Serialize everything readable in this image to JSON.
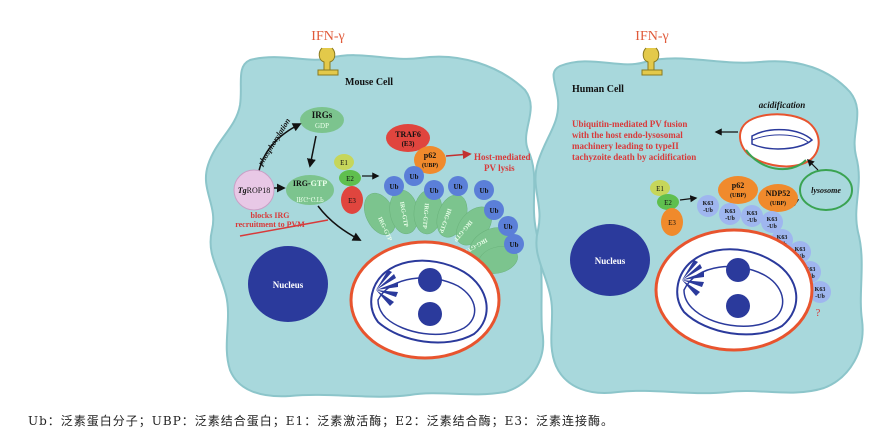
{
  "left_panel": {
    "ifn_label": "IFN-γ",
    "cell_label": "Mouse Cell",
    "irgs_label": "IRGs",
    "gdp_label": "GDP",
    "phosphorylation_label": "phosphorylation",
    "irg_label": "IRG-",
    "gtp_label": "GTP",
    "irg_mirror_label": "IRG-GTP",
    "rop18_prefix": "Tg",
    "rop18_label": "ROP18",
    "blocks_line1": "blocks IRG",
    "blocks_line2": "recruitment to PVM",
    "e1_label": "E1",
    "e2_label": "E2",
    "e3_label": "E3",
    "traf6_label": "TRAF6",
    "traf6_e3_label": "(E3)",
    "p62_label": "p62",
    "p62_ubp_label": "(UBP)",
    "ub_label": "Ub",
    "host_line1": "Host-mediated",
    "host_line2": "PV lysis",
    "nucleus_label": "Nucleus",
    "irg_gtp_label": "IRG-GTP"
  },
  "right_panel": {
    "ifn_label": "IFN-γ",
    "cell_label": "Human Cell",
    "fusion_line1": "Ubiquitin-mediated PV fusion",
    "fusion_line2": "with the host endo-lysosomal",
    "fusion_line3": "machinery leading to typeII",
    "fusion_line4": "tachyzoite death by acidification",
    "acidification_label": "acidification",
    "lysosome_label": "lysosome",
    "e1_label": "E1",
    "e2_label": "E2",
    "e3_label": "E3",
    "p62_label": "p62",
    "p62_ubp_label": "(UBP)",
    "ndp52_label": "NDP52",
    "ndp52_ubp_label": "(UBP)",
    "k63_label": "K63",
    "k63_ub_label": "-Ub",
    "nucleus_label": "Nucleus",
    "question_mark": "?"
  },
  "caption": "Ub：泛素蛋白分子；UBP：泛素结合蛋白；E1：泛素激活酶；E2：泛素结合酶；E3：泛素连接酶。",
  "colors": {
    "cytoplasm": "#a8d8dc",
    "cytoplasm_edge": "#8cc5ca",
    "irg_green": "#7cc48e",
    "ub_blue": "#5b7fd8",
    "ub_light": "#9fb6ef",
    "nucleus": "#2b3a9c",
    "pv_ring": "#e8542e",
    "e3_red": "#e0453e",
    "orange": "#f08a2c",
    "red_text": "#d83a3a",
    "lysosome_green": "#3aa351"
  }
}
